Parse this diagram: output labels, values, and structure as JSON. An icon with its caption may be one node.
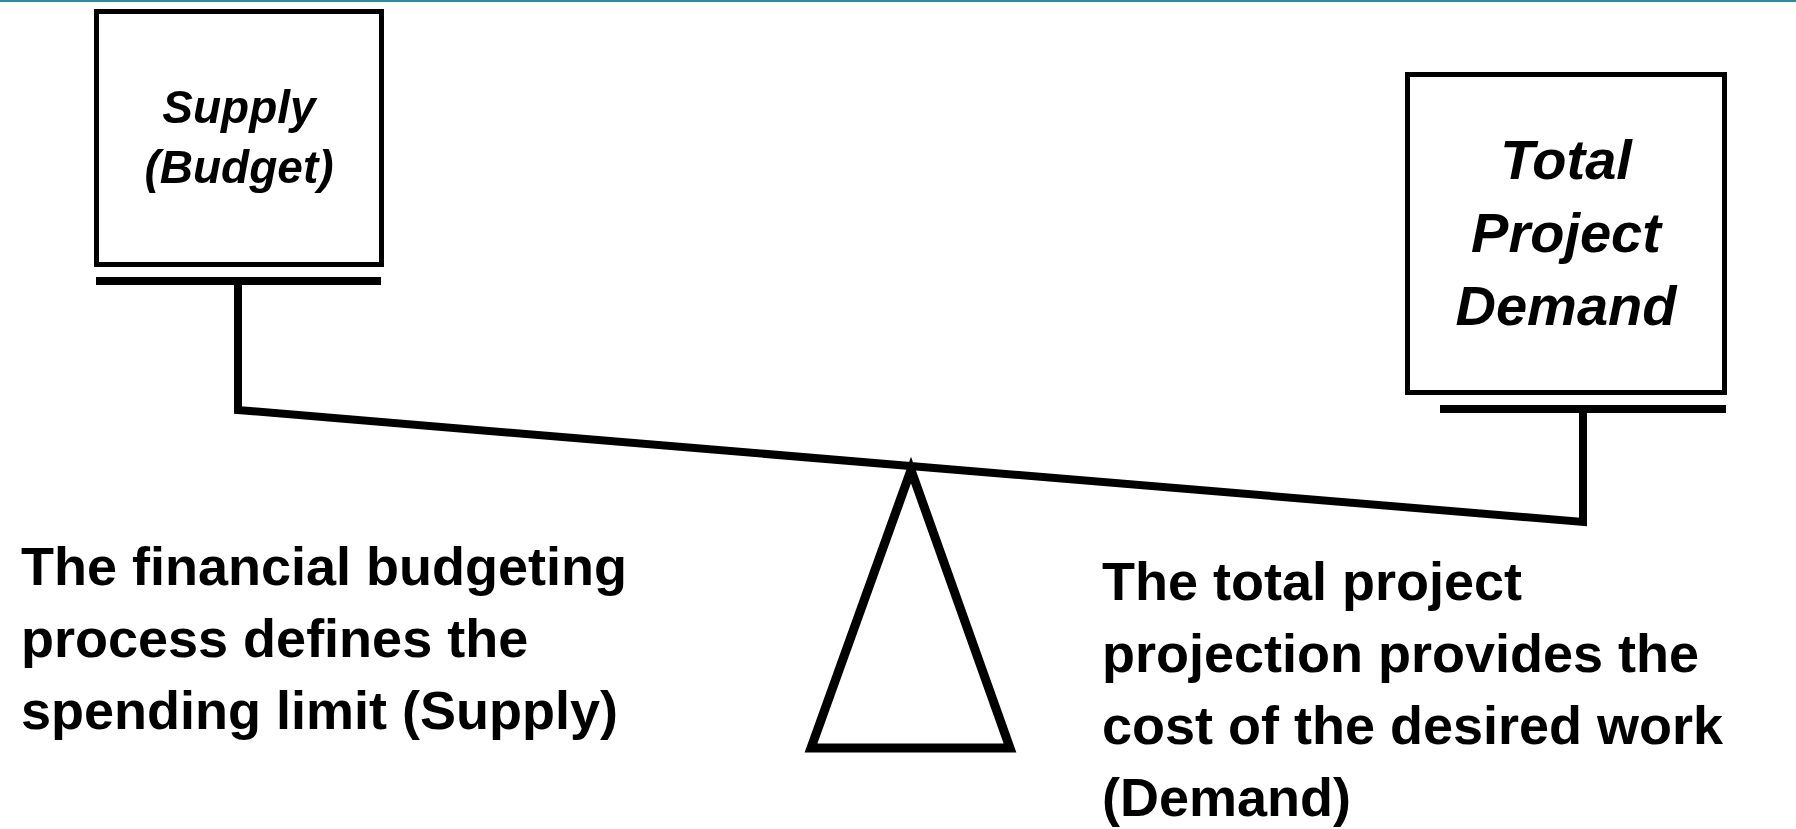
{
  "diagram": {
    "nodes": [
      {
        "text": [
          "Supply (Budget)"
        ]
      },
      {
        "text": [
          "Total Project Demand"
        ]
      }
    ],
    "labels": [
      "The financial budgeting process defines the spending limit (Supply)",
      "The total project projection provides the cost of the desired work (Demand)"
    ]
  }
}
